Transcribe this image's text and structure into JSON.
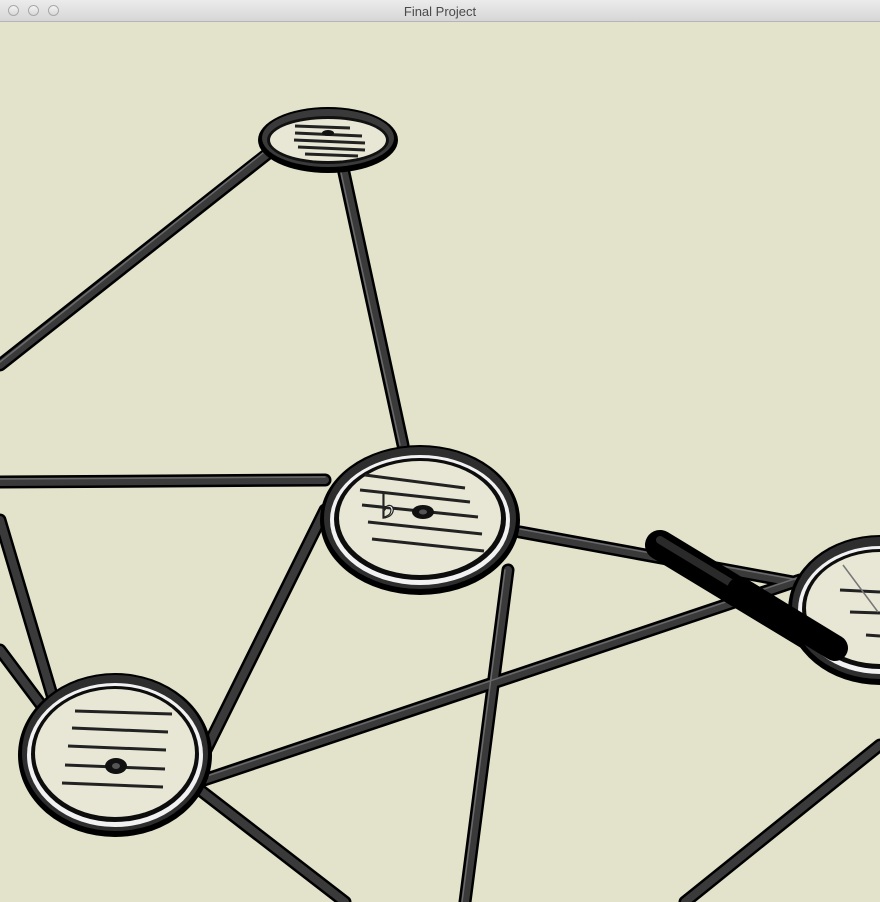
{
  "window": {
    "title": "Final Project"
  },
  "colors": {
    "background": "#e3e2cb",
    "rod": "#2e2e2e",
    "ring": "#1f1f1f",
    "ring_highlight": "#f0f0f0",
    "disc_face": "#e8e6d4"
  },
  "scene": {
    "description_of_nodes": [
      {
        "name": "top-node-disc",
        "content": "staff-lines"
      },
      {
        "name": "center-node-disc",
        "content": "staff-lines-flat-note"
      },
      {
        "name": "lower-left-node-disc",
        "content": "staff-lines-note"
      },
      {
        "name": "right-node-disc",
        "content": "staff-lines-partial"
      }
    ],
    "flat_symbol": "♭"
  }
}
